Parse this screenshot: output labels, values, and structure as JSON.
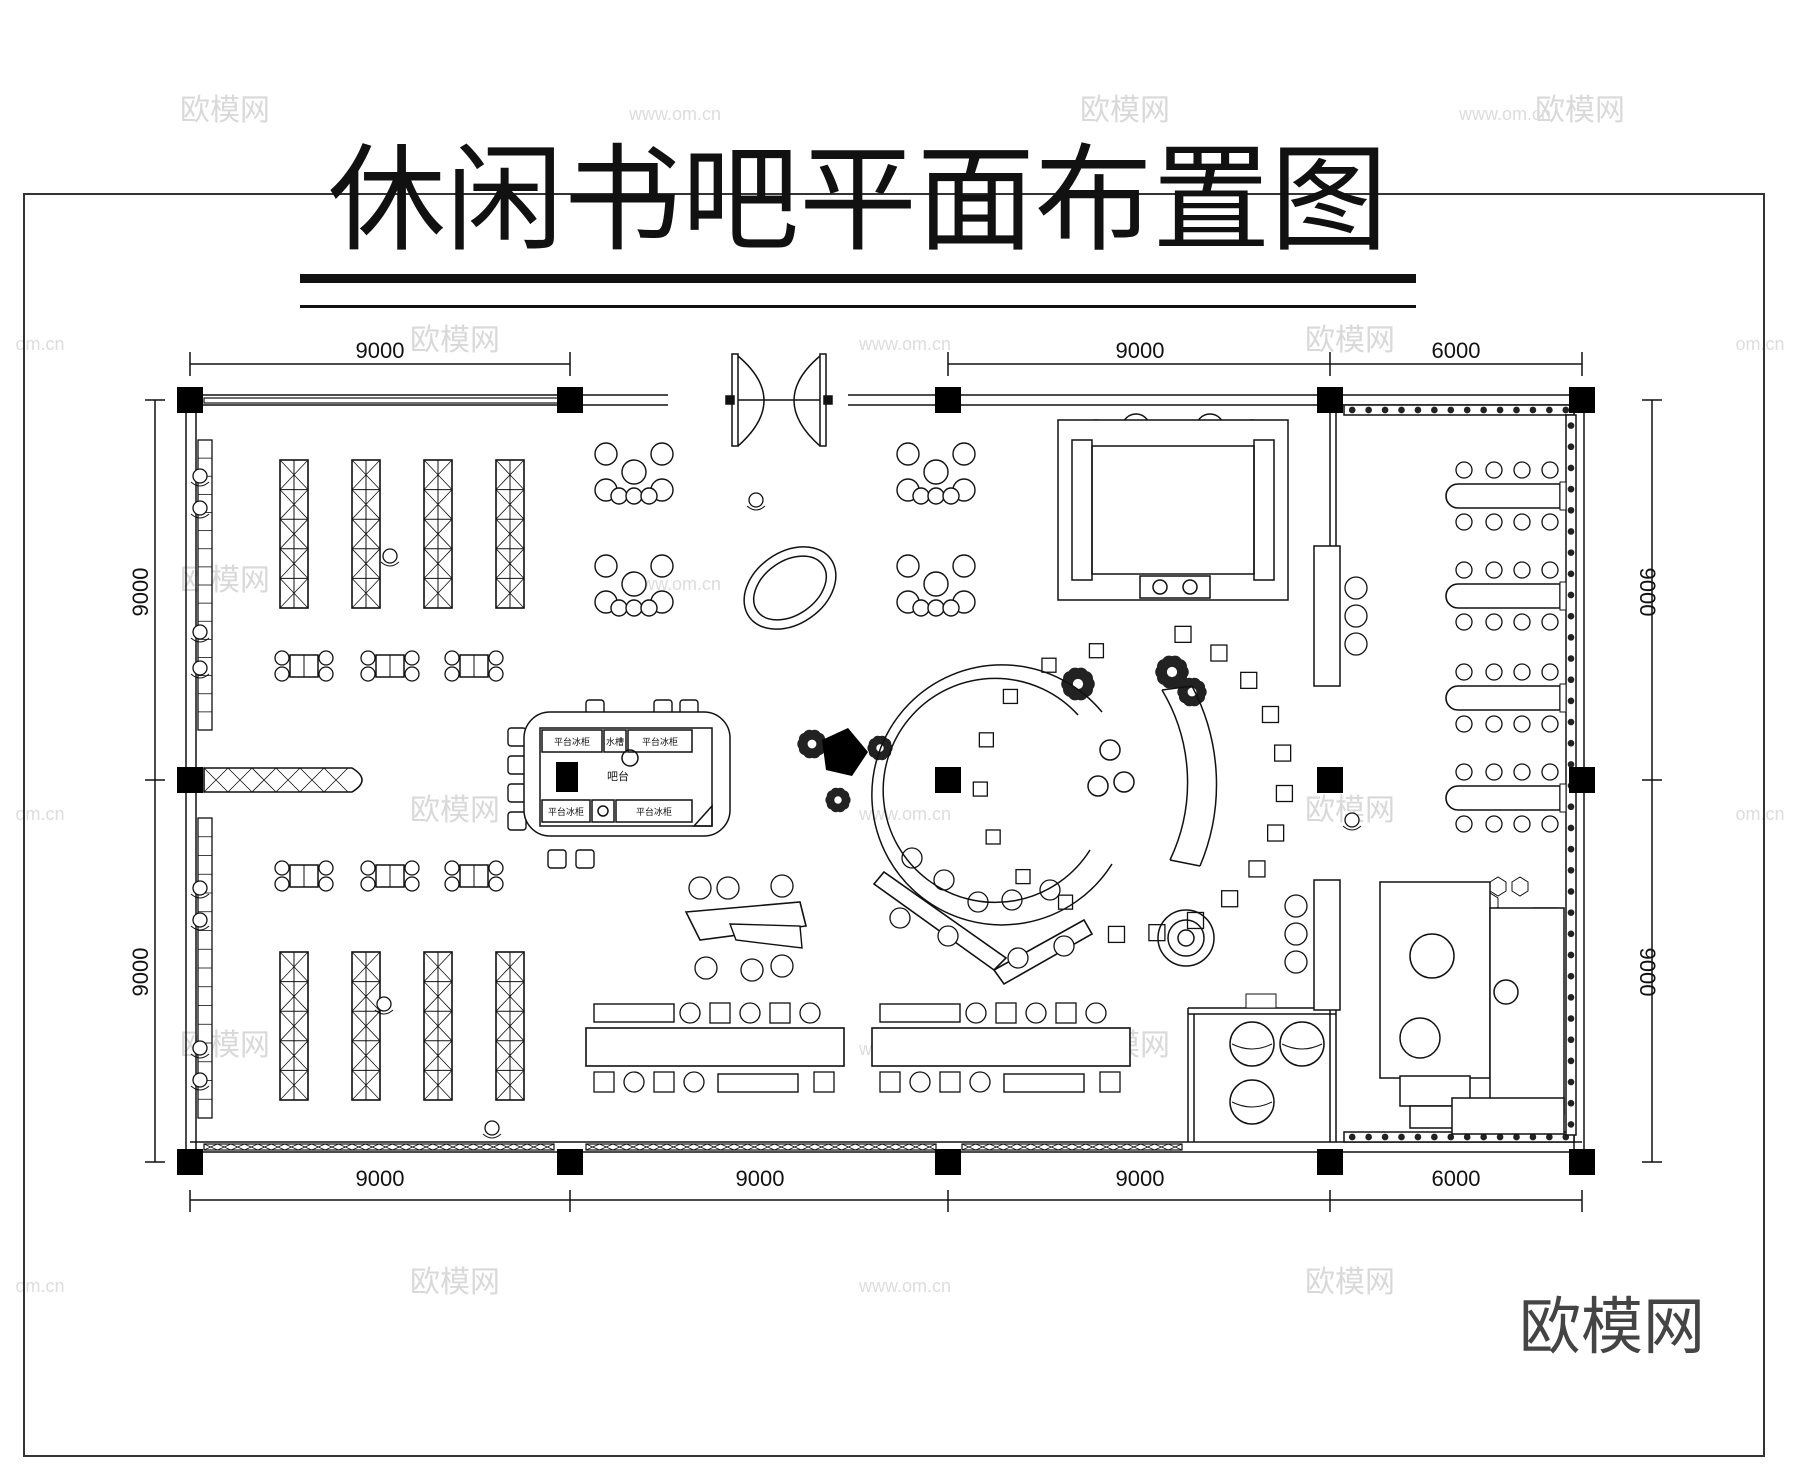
{
  "title": "休闲书吧平面布置图",
  "dimensions": {
    "top": [
      "9000",
      "9000",
      "6000"
    ],
    "bottom": [
      "9000",
      "9000",
      "9000",
      "6000"
    ],
    "left": [
      "9000",
      "9000"
    ],
    "right": [
      "9000",
      "9000"
    ]
  },
  "labels": {
    "bar": "吧台",
    "fridge": "平台冰柜",
    "sink": "水槽"
  },
  "watermark": {
    "brand": "欧模网",
    "url": "www.om.cn",
    "url_partial": "om.cn"
  },
  "colors": {
    "line": "#111111",
    "watermark": "#d9d9d9"
  }
}
